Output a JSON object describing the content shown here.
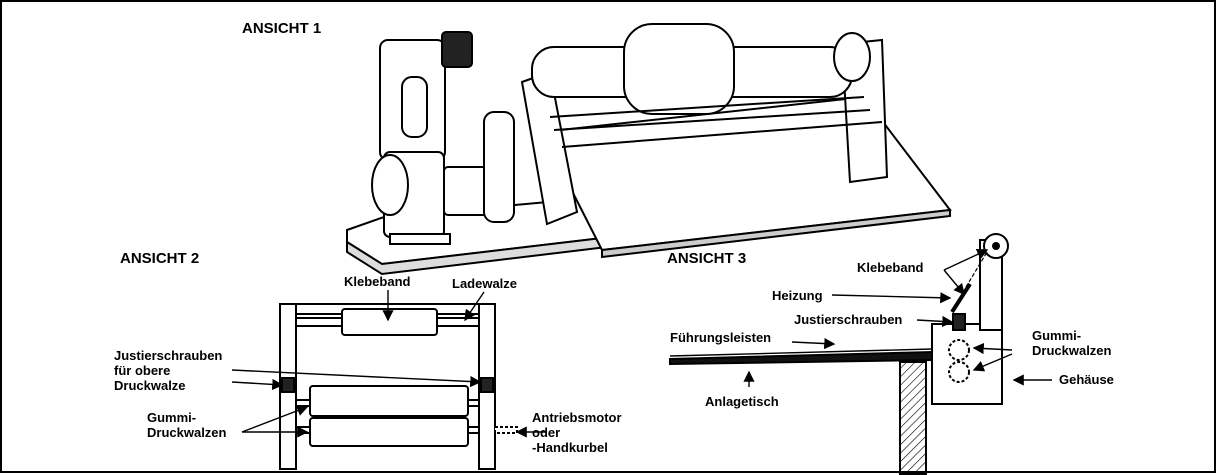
{
  "views": {
    "view1_title": "ANSICHT 1",
    "view2_title": "ANSICHT 2",
    "view3_title": "ANSICHT 3"
  },
  "view2": {
    "klebeband": "Klebeband",
    "ladewalze": "Ladewalze",
    "justierschrauben_line1": "Justierschrauben",
    "justierschrauben_line2": "für obere",
    "justierschrauben_line3": "Druckwalze",
    "gummi_line1": "Gummi-",
    "gummi_line2": "Druckwalzen",
    "antrieb_line1": "Antriebsmotor",
    "antrieb_line2": "oder",
    "antrieb_line3": "-Handkurbel"
  },
  "view3": {
    "klebeband": "Klebeband",
    "heizung": "Heizung",
    "justierschrauben": "Justierschrauben",
    "fuehrungsleisten": "Führungsleisten",
    "gummi_line1": "Gummi-",
    "gummi_line2": "Druckwalzen",
    "gehaeuse": "Gehäuse",
    "anlagetisch": "Anlagetisch"
  }
}
